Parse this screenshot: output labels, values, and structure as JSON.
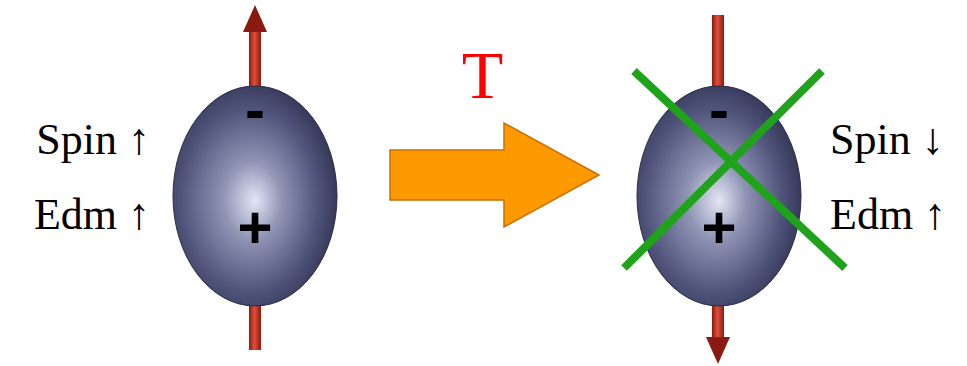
{
  "diagram": {
    "nodes": [
      {
        "text": [
          "-",
          "+"
        ]
      },
      {
        "text": [
          "-",
          "+"
        ]
      }
    ],
    "edges": [
      {
        "from": 0,
        "to": 1,
        "arrow": "to",
        "label": "T"
      }
    ],
    "labels": [
      "Spin ↑",
      "Edm ↑",
      "Spin ↓",
      "Edm ↑"
    ]
  }
}
